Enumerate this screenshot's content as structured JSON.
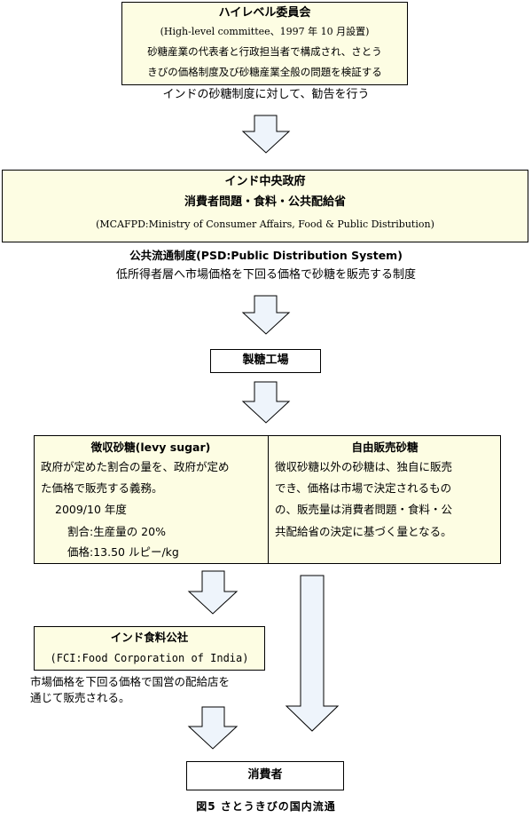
{
  "committee": {
    "title": "ハイレベル委員会",
    "subtitle": "(High-level committee、1997 年 10 月設置)",
    "desc_line1": "砂糖産業の代表者と行政担当者で構成され、さとう",
    "desc_line2": "きびの価格制度及び砂糖産業全般の問題を検証する"
  },
  "recommend_text": "インドの砂糖制度に対して、勧告を行う",
  "government": {
    "title": "インド中央政府",
    "ministry": "消費者問題・食料・公共配給省",
    "abbr": "(MCAFPD:Ministry of Consumer Affairs, Food & Public Distribution)"
  },
  "psd": {
    "title": "公共流通制度(PSD:Public Distribution System)",
    "desc": "低所得者層へ市場価格を下回る価格で砂糖を販売する制度"
  },
  "factory": {
    "label": "製糖工場"
  },
  "levy": {
    "title": "徴収砂糖(levy sugar)",
    "line1": "政府が定めた割合の量を、政府が定め",
    "line2": "た価格で販売する義務。",
    "year": "2009/10 年度",
    "ratio": "割合:生産量の 20%",
    "price": "価格:13.50 ルピー/kg"
  },
  "free": {
    "title": "自由販売砂糖",
    "line1": "徴収砂糖以外の砂糖は、独自に販売",
    "line2": "でき、価格は市場で決定されるもの",
    "line3": "の、販売量は消費者問題・食料・公",
    "line4": "共配給省の決定に基づく量となる。"
  },
  "fci": {
    "title": "インド食料公社",
    "abbr": "(FCI:Food Corporation of India)",
    "desc1": "市場価格を下回る価格で国営の配給店を",
    "desc2": "通じて販売される。"
  },
  "consumer": {
    "label": "消費者"
  },
  "caption": "図5 さとうきびの国内流通",
  "colors": {
    "box_fill": "#fdfde3",
    "arrow_fill": "#eef4fb",
    "stroke": "#000000"
  }
}
